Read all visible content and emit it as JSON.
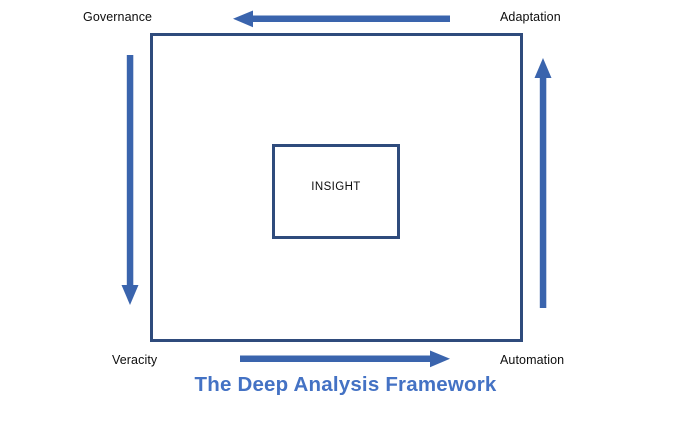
{
  "diagram": {
    "title": "The Deep Analysis Framework",
    "title_color": "#4472C4",
    "background_color": "#FFFFFF",
    "frame_border_color": "#2F4B7C",
    "arrow_color": "#3A64AD",
    "label_color": "#0D0D0D",
    "center": {
      "label": "INSIGHT"
    },
    "corners": {
      "top_left": "Governance",
      "top_right": "Adaptation",
      "bottom_left": "Veracity",
      "bottom_right": "Automation"
    },
    "arrows": [
      {
        "name": "top-arrow",
        "direction": "left",
        "from": "Adaptation",
        "to": "Governance"
      },
      {
        "name": "left-arrow",
        "direction": "down",
        "from": "Governance",
        "to": "Veracity"
      },
      {
        "name": "bottom-arrow",
        "direction": "right",
        "from": "Veracity",
        "to": "Automation"
      },
      {
        "name": "right-arrow",
        "direction": "up",
        "from": "Automation",
        "to": "Adaptation"
      }
    ]
  }
}
